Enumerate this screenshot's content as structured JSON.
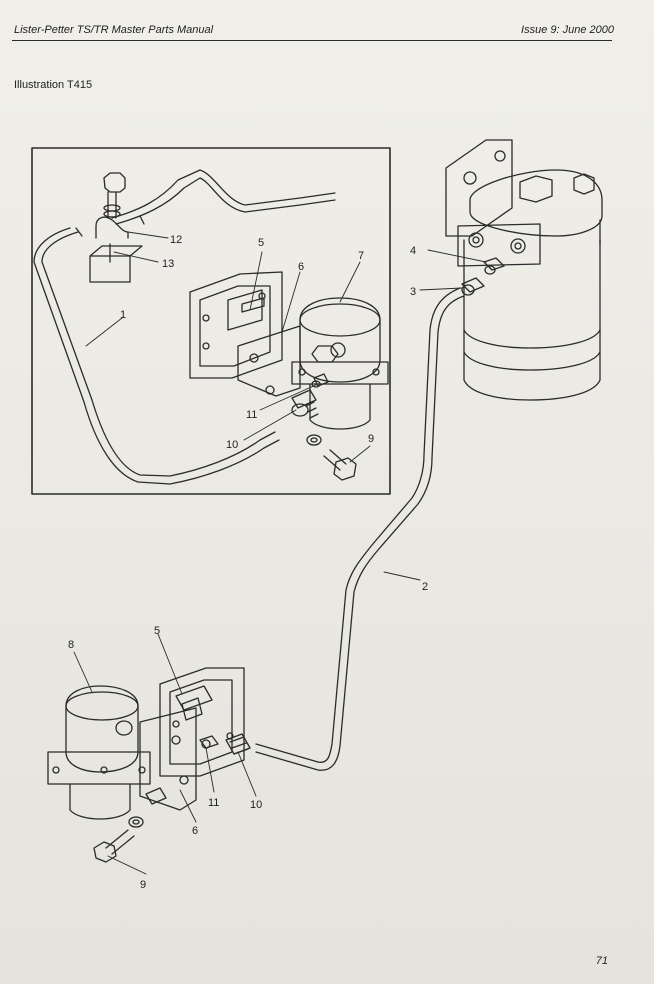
{
  "header": {
    "manual_title": "Lister-Petter TS/TR Master Parts Manual",
    "issue": "Issue 9: June 2000"
  },
  "illustration": {
    "label": "Illustration T415",
    "inset_callouts": {
      "c1": "1",
      "c5": "5",
      "c6": "6",
      "c7": "7",
      "c9": "9",
      "c10": "10",
      "c11": "11",
      "c12": "12",
      "c13": "13"
    },
    "main_callouts": {
      "c2": "2",
      "c3": "3",
      "c4": "4",
      "c5": "5",
      "c6": "6",
      "c8": "8",
      "c9": "9",
      "c10": "10",
      "c11": "11"
    }
  },
  "footer": {
    "page_number": "71"
  }
}
